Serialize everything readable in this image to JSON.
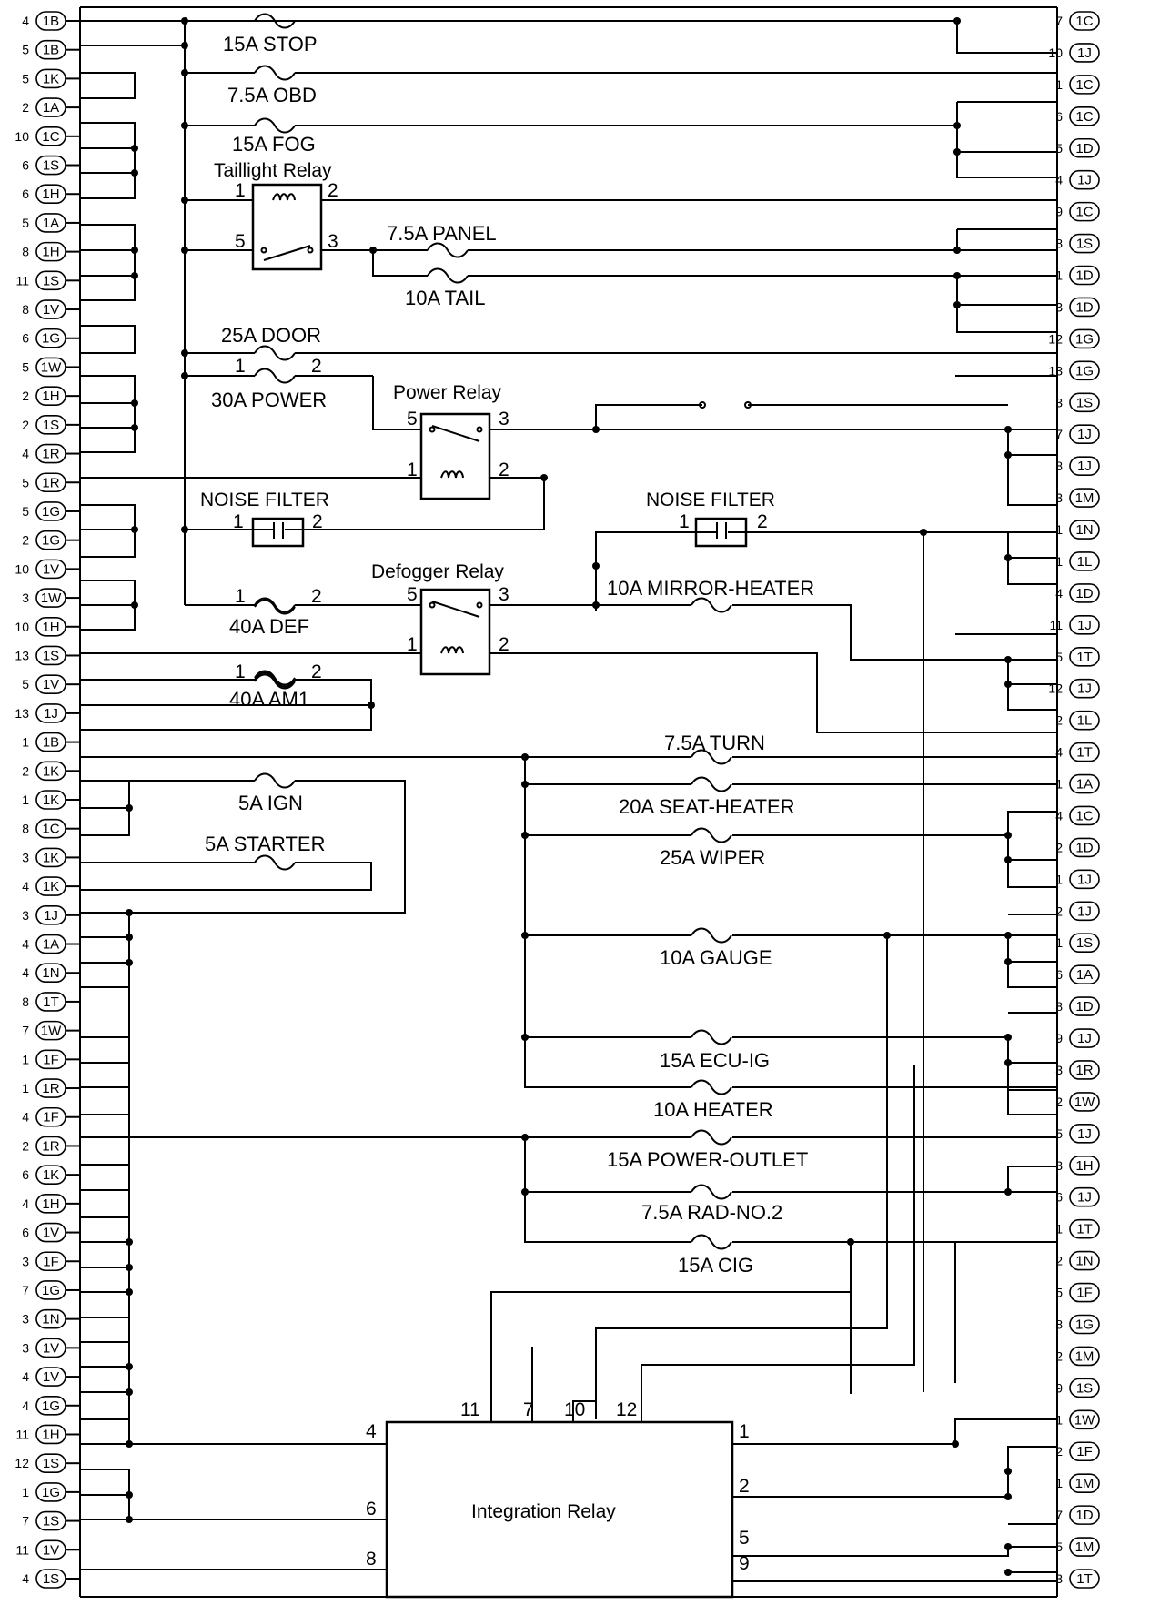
{
  "left_connectors": [
    {
      "pin": "4",
      "conn": "1B"
    },
    {
      "pin": "5",
      "conn": "1B"
    },
    {
      "pin": "5",
      "conn": "1K"
    },
    {
      "pin": "2",
      "conn": "1A"
    },
    {
      "pin": "10",
      "conn": "1C"
    },
    {
      "pin": "6",
      "conn": "1S"
    },
    {
      "pin": "6",
      "conn": "1H"
    },
    {
      "pin": "5",
      "conn": "1A"
    },
    {
      "pin": "8",
      "conn": "1H"
    },
    {
      "pin": "11",
      "conn": "1S"
    },
    {
      "pin": "8",
      "conn": "1V"
    },
    {
      "pin": "6",
      "conn": "1G"
    },
    {
      "pin": "5",
      "conn": "1W"
    },
    {
      "pin": "2",
      "conn": "1H"
    },
    {
      "pin": "2",
      "conn": "1S"
    },
    {
      "pin": "4",
      "conn": "1R"
    },
    {
      "pin": "5",
      "conn": "1R"
    },
    {
      "pin": "5",
      "conn": "1G"
    },
    {
      "pin": "2",
      "conn": "1G"
    },
    {
      "pin": "10",
      "conn": "1V"
    },
    {
      "pin": "3",
      "conn": "1W"
    },
    {
      "pin": "10",
      "conn": "1H"
    },
    {
      "pin": "13",
      "conn": "1S"
    },
    {
      "pin": "5",
      "conn": "1V"
    },
    {
      "pin": "13",
      "conn": "1J"
    },
    {
      "pin": "1",
      "conn": "1B"
    },
    {
      "pin": "2",
      "conn": "1K"
    },
    {
      "pin": "1",
      "conn": "1K"
    },
    {
      "pin": "8",
      "conn": "1C"
    },
    {
      "pin": "3",
      "conn": "1K"
    },
    {
      "pin": "4",
      "conn": "1K"
    },
    {
      "pin": "3",
      "conn": "1J"
    },
    {
      "pin": "4",
      "conn": "1A"
    },
    {
      "pin": "4",
      "conn": "1N"
    },
    {
      "pin": "8",
      "conn": "1T"
    },
    {
      "pin": "7",
      "conn": "1W"
    },
    {
      "pin": "1",
      "conn": "1F"
    },
    {
      "pin": "1",
      "conn": "1R"
    },
    {
      "pin": "4",
      "conn": "1F"
    },
    {
      "pin": "2",
      "conn": "1R"
    },
    {
      "pin": "6",
      "conn": "1K"
    },
    {
      "pin": "4",
      "conn": "1H"
    },
    {
      "pin": "6",
      "conn": "1V"
    },
    {
      "pin": "3",
      "conn": "1F"
    },
    {
      "pin": "7",
      "conn": "1G"
    },
    {
      "pin": "3",
      "conn": "1N"
    },
    {
      "pin": "3",
      "conn": "1V"
    },
    {
      "pin": "4",
      "conn": "1V"
    },
    {
      "pin": "4",
      "conn": "1G"
    },
    {
      "pin": "11",
      "conn": "1H"
    },
    {
      "pin": "12",
      "conn": "1S"
    },
    {
      "pin": "1",
      "conn": "1G"
    },
    {
      "pin": "7",
      "conn": "1S"
    },
    {
      "pin": "11",
      "conn": "1V"
    },
    {
      "pin": "4",
      "conn": "1S"
    }
  ],
  "right_connectors": [
    {
      "pin": "7",
      "conn": "1C"
    },
    {
      "pin": "10",
      "conn": "1J"
    },
    {
      "pin": "1",
      "conn": "1C"
    },
    {
      "pin": "6",
      "conn": "1C"
    },
    {
      "pin": "5",
      "conn": "1D"
    },
    {
      "pin": "4",
      "conn": "1J"
    },
    {
      "pin": "9",
      "conn": "1C"
    },
    {
      "pin": "8",
      "conn": "1S"
    },
    {
      "pin": "1",
      "conn": "1D"
    },
    {
      "pin": "3",
      "conn": "1D"
    },
    {
      "pin": "12",
      "conn": "1G"
    },
    {
      "pin": "13",
      "conn": "1G"
    },
    {
      "pin": "3",
      "conn": "1S"
    },
    {
      "pin": "7",
      "conn": "1J"
    },
    {
      "pin": "8",
      "conn": "1J"
    },
    {
      "pin": "3",
      "conn": "1M"
    },
    {
      "pin": "1",
      "conn": "1N"
    },
    {
      "pin": "1",
      "conn": "1L"
    },
    {
      "pin": "4",
      "conn": "1D"
    },
    {
      "pin": "11",
      "conn": "1J"
    },
    {
      "pin": "5",
      "conn": "1T"
    },
    {
      "pin": "12",
      "conn": "1J"
    },
    {
      "pin": "2",
      "conn": "1L"
    },
    {
      "pin": "4",
      "conn": "1T"
    },
    {
      "pin": "1",
      "conn": "1A"
    },
    {
      "pin": "4",
      "conn": "1C"
    },
    {
      "pin": "2",
      "conn": "1D"
    },
    {
      "pin": "1",
      "conn": "1J"
    },
    {
      "pin": "2",
      "conn": "1J"
    },
    {
      "pin": "1",
      "conn": "1S"
    },
    {
      "pin": "6",
      "conn": "1A"
    },
    {
      "pin": "8",
      "conn": "1D"
    },
    {
      "pin": "9",
      "conn": "1J"
    },
    {
      "pin": "3",
      "conn": "1R"
    },
    {
      "pin": "2",
      "conn": "1W"
    },
    {
      "pin": "5",
      "conn": "1J"
    },
    {
      "pin": "3",
      "conn": "1H"
    },
    {
      "pin": "6",
      "conn": "1J"
    },
    {
      "pin": "1",
      "conn": "1T"
    },
    {
      "pin": "2",
      "conn": "1N"
    },
    {
      "pin": "5",
      "conn": "1F"
    },
    {
      "pin": "8",
      "conn": "1G"
    },
    {
      "pin": "2",
      "conn": "1M"
    },
    {
      "pin": "9",
      "conn": "1S"
    },
    {
      "pin": "1",
      "conn": "1W"
    },
    {
      "pin": "2",
      "conn": "1F"
    },
    {
      "pin": "1",
      "conn": "1M"
    },
    {
      "pin": "7",
      "conn": "1D"
    },
    {
      "pin": "5",
      "conn": "1M"
    },
    {
      "pin": "3",
      "conn": "1T"
    }
  ],
  "fuses": {
    "stop": "15A STOP",
    "obd": "7.5A OBD",
    "fog": "15A FOG",
    "panel": "7.5A PANEL",
    "tail": "10A TAIL",
    "door": "25A DOOR",
    "power": "30A POWER",
    "def": "40A DEF",
    "am1": "40A AM1",
    "ign": "5A IGN",
    "starter": "5A STARTER",
    "mirror_heater": "10A MIRROR-HEATER",
    "turn": "7.5A TURN",
    "seat_heater": "20A SEAT-HEATER",
    "wiper": "25A WIPER",
    "gauge": "10A GAUGE",
    "ecu_ig": "15A ECU-IG",
    "heater": "10A HEATER",
    "power_outlet": "15A POWER-OUTLET",
    "rad_no2": "7.5A RAD-NO.2",
    "cig": "15A CIG"
  },
  "relays": {
    "taillight": "Taillight Relay",
    "power": "Power Relay",
    "defogger": "Defogger Relay",
    "integration": "Integration Relay"
  },
  "noise_filters": {
    "left": "NOISE FILTER",
    "right": "NOISE FILTER"
  },
  "pin_numbers": {
    "p1": "1",
    "p2": "2",
    "p3": "3",
    "p5": "5",
    "ir_4": "4",
    "ir_6": "6",
    "ir_8": "8",
    "ir_11": "11",
    "ir_7": "7",
    "ir_10": "10",
    "ir_12": "12",
    "ir_1": "1",
    "ir_2": "2",
    "ir_5": "5",
    "ir_9": "9"
  }
}
